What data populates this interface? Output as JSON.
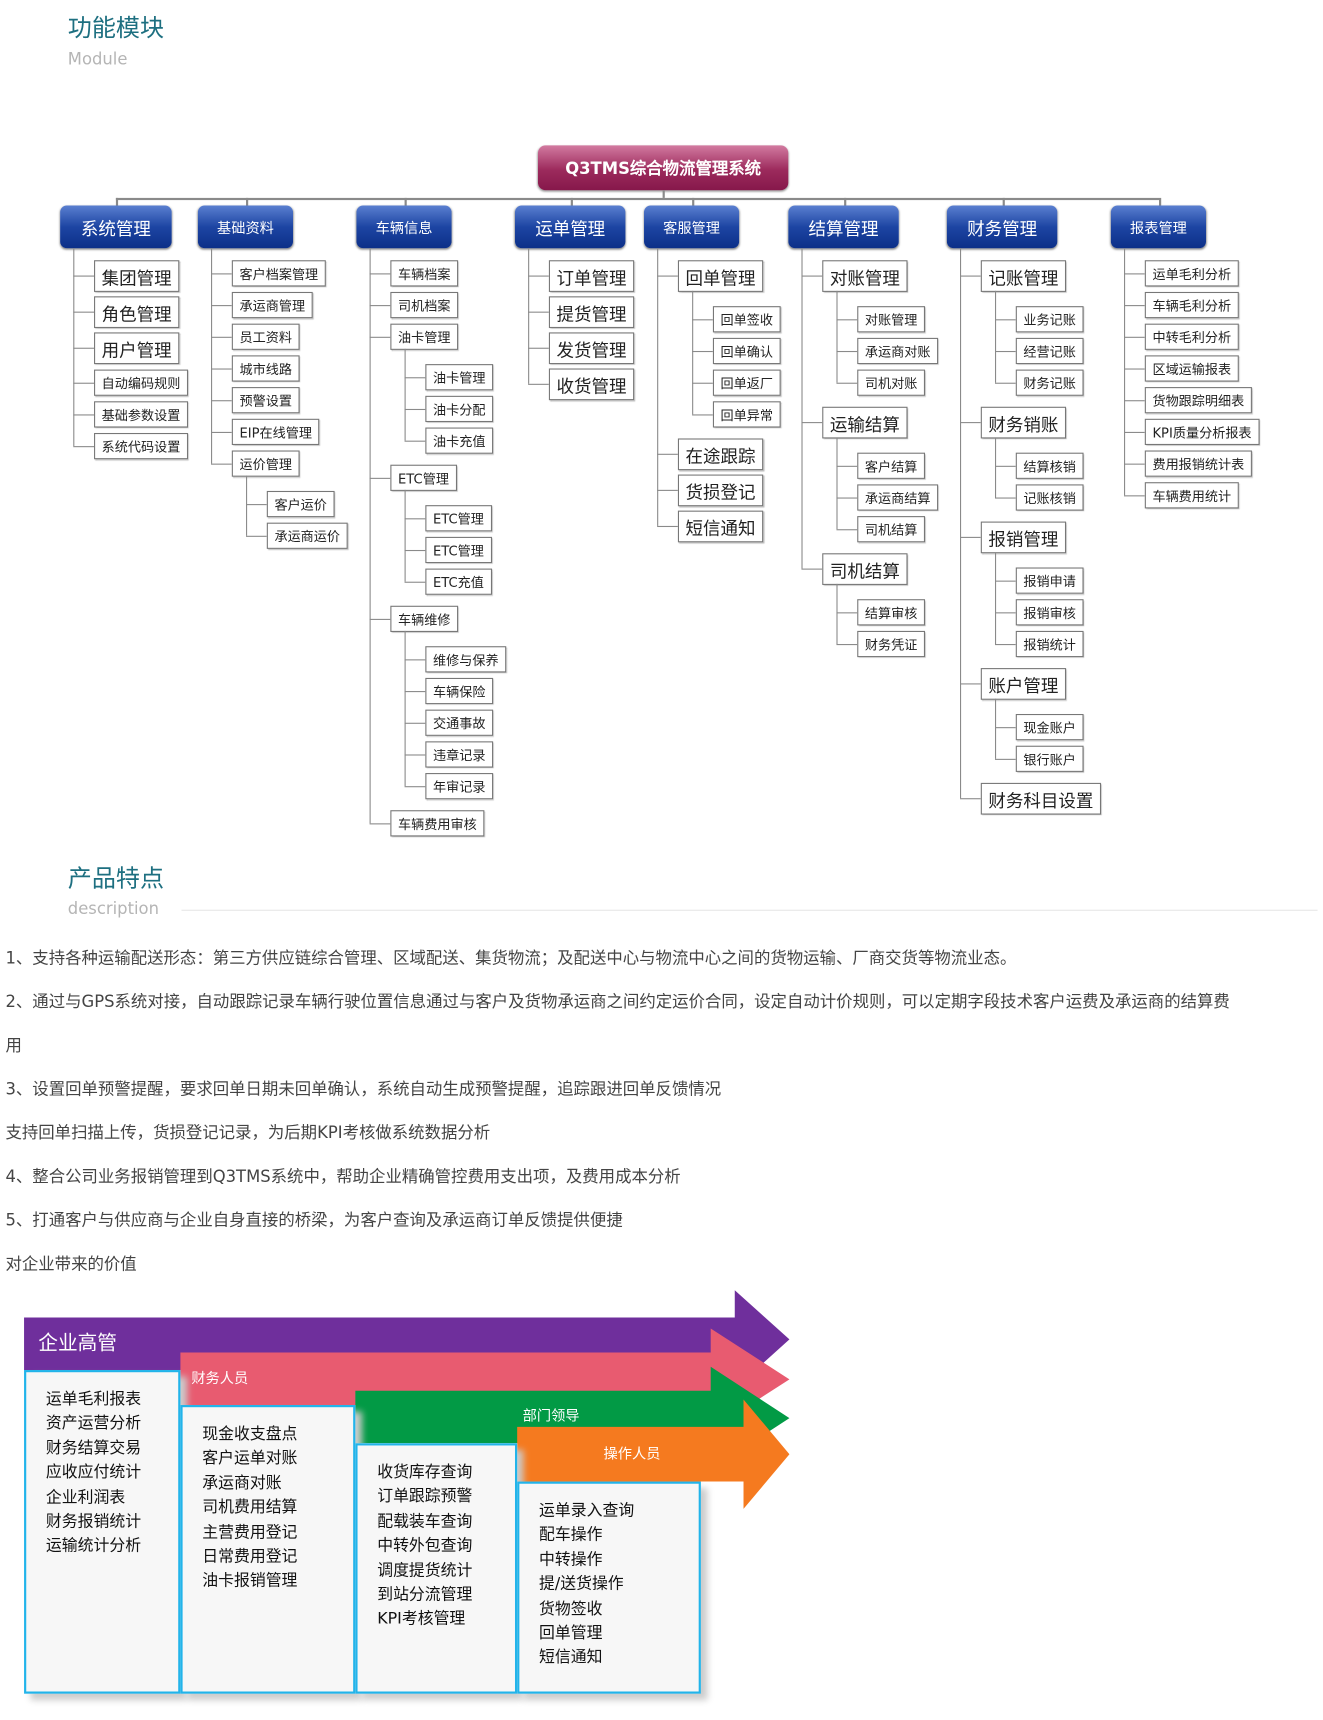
{
  "module_section": {
    "heading": "功能模块",
    "subheading": "Module"
  },
  "org_chart": {
    "root": "Q3TMS综合物流管理系统",
    "columns": [
      {
        "title": "系统管理",
        "style": "major",
        "items": [
          {
            "label": "集团管理",
            "level": 1,
            "size": "lg"
          },
          {
            "label": "角色管理",
            "level": 1,
            "size": "lg"
          },
          {
            "label": "用户管理",
            "level": 1,
            "size": "lg"
          },
          {
            "label": "自动编码规则",
            "level": 1,
            "size": "sm"
          },
          {
            "label": "基础参数设置",
            "level": 1,
            "size": "sm"
          },
          {
            "label": "系统代码设置",
            "level": 1,
            "size": "sm"
          }
        ]
      },
      {
        "title": "基础资料",
        "style": "minor",
        "items": [
          {
            "label": "客户档案管理",
            "level": 1,
            "size": "sm"
          },
          {
            "label": "承运商管理",
            "level": 1,
            "size": "sm"
          },
          {
            "label": "员工资料",
            "level": 1,
            "size": "sm"
          },
          {
            "label": "城市线路",
            "level": 1,
            "size": "sm"
          },
          {
            "label": "预警设置",
            "level": 1,
            "size": "sm"
          },
          {
            "label": "EIP在线管理",
            "level": 1,
            "size": "sm"
          },
          {
            "label": "运价管理",
            "level": 1,
            "size": "sm"
          },
          {
            "label": "客户运价",
            "level": 2,
            "size": "sm"
          },
          {
            "label": "承运商运价",
            "level": 2,
            "size": "sm"
          }
        ]
      },
      {
        "title": "车辆信息",
        "style": "minor",
        "items": [
          {
            "label": "车辆档案",
            "level": 1,
            "size": "sm"
          },
          {
            "label": "司机档案",
            "level": 1,
            "size": "sm"
          },
          {
            "label": "油卡管理",
            "level": 1,
            "size": "sm"
          },
          {
            "label": "油卡管理",
            "level": 2,
            "size": "sm"
          },
          {
            "label": "油卡分配",
            "level": 2,
            "size": "sm"
          },
          {
            "label": "油卡充值",
            "level": 2,
            "size": "sm"
          },
          {
            "label": "ETC管理",
            "level": 1,
            "size": "sm"
          },
          {
            "label": "ETC管理",
            "level": 2,
            "size": "sm"
          },
          {
            "label": "ETC管理",
            "level": 2,
            "size": "sm"
          },
          {
            "label": "ETC充值",
            "level": 2,
            "size": "sm"
          },
          {
            "label": "车辆维修",
            "level": 1,
            "size": "sm"
          },
          {
            "label": "维修与保养",
            "level": 2,
            "size": "sm"
          },
          {
            "label": "车辆保险",
            "level": 2,
            "size": "sm"
          },
          {
            "label": "交通事故",
            "level": 2,
            "size": "sm"
          },
          {
            "label": "违章记录",
            "level": 2,
            "size": "sm"
          },
          {
            "label": "年审记录",
            "level": 2,
            "size": "sm"
          },
          {
            "label": "车辆费用审核",
            "level": 1,
            "size": "sm"
          }
        ]
      },
      {
        "title": "运单管理",
        "style": "major",
        "items": [
          {
            "label": "订单管理",
            "level": 1,
            "size": "lg"
          },
          {
            "label": "提货管理",
            "level": 1,
            "size": "lg"
          },
          {
            "label": "发货管理",
            "level": 1,
            "size": "lg"
          },
          {
            "label": "收货管理",
            "level": 1,
            "size": "lg"
          }
        ]
      },
      {
        "title": "客服管理",
        "style": "minor",
        "items": [
          {
            "label": "回单管理",
            "level": 1,
            "size": "lg"
          },
          {
            "label": "回单签收",
            "level": 2,
            "size": "sm"
          },
          {
            "label": "回单确认",
            "level": 2,
            "size": "sm"
          },
          {
            "label": "回单返厂",
            "level": 2,
            "size": "sm"
          },
          {
            "label": "回单异常",
            "level": 2,
            "size": "sm"
          },
          {
            "label": "在途跟踪",
            "level": 1,
            "size": "lg"
          },
          {
            "label": "货损登记",
            "level": 1,
            "size": "lg"
          },
          {
            "label": "短信通知",
            "level": 1,
            "size": "lg"
          }
        ]
      },
      {
        "title": "结算管理",
        "style": "major",
        "items": [
          {
            "label": "对账管理",
            "level": 1,
            "size": "lg"
          },
          {
            "label": "对账管理",
            "level": 2,
            "size": "sm"
          },
          {
            "label": "承运商对账",
            "level": 2,
            "size": "sm"
          },
          {
            "label": "司机对账",
            "level": 2,
            "size": "sm"
          },
          {
            "label": "运输结算",
            "level": 1,
            "size": "lg"
          },
          {
            "label": "客户结算",
            "level": 2,
            "size": "sm"
          },
          {
            "label": "承运商结算",
            "level": 2,
            "size": "sm"
          },
          {
            "label": "司机结算",
            "level": 2,
            "size": "sm"
          },
          {
            "label": "司机结算",
            "level": 1,
            "size": "lg"
          },
          {
            "label": "结算审核",
            "level": 2,
            "size": "sm"
          },
          {
            "label": "财务凭证",
            "level": 2,
            "size": "sm"
          }
        ]
      },
      {
        "title": "财务管理",
        "style": "major",
        "items": [
          {
            "label": "记账管理",
            "level": 1,
            "size": "lg"
          },
          {
            "label": "业务记账",
            "level": 2,
            "size": "sm"
          },
          {
            "label": "经营记账",
            "level": 2,
            "size": "sm"
          },
          {
            "label": "财务记账",
            "level": 2,
            "size": "sm"
          },
          {
            "label": "财务销账",
            "level": 1,
            "size": "lg"
          },
          {
            "label": "结算核销",
            "level": 2,
            "size": "sm"
          },
          {
            "label": "记账核销",
            "level": 2,
            "size": "sm"
          },
          {
            "label": "报销管理",
            "level": 1,
            "size": "lg"
          },
          {
            "label": "报销申请",
            "level": 2,
            "size": "sm"
          },
          {
            "label": "报销审核",
            "level": 2,
            "size": "sm"
          },
          {
            "label": "报销统计",
            "level": 2,
            "size": "sm"
          },
          {
            "label": "账户管理",
            "level": 1,
            "size": "lg"
          },
          {
            "label": "现金账户",
            "level": 2,
            "size": "sm"
          },
          {
            "label": "银行账户",
            "level": 2,
            "size": "sm"
          },
          {
            "label": "财务科目设置",
            "level": 1,
            "size": "lg"
          }
        ]
      },
      {
        "title": "报表管理",
        "style": "minor",
        "items": [
          {
            "label": "运单毛利分析",
            "level": 1,
            "size": "sm"
          },
          {
            "label": "车辆毛利分析",
            "level": 1,
            "size": "sm"
          },
          {
            "label": "中转毛利分析",
            "level": 1,
            "size": "sm"
          },
          {
            "label": "区域运输报表",
            "level": 1,
            "size": "sm"
          },
          {
            "label": "货物跟踪明细表",
            "level": 1,
            "size": "sm"
          },
          {
            "label": "KPI质量分析报表",
            "level": 1,
            "size": "sm"
          },
          {
            "label": "费用报销统计表",
            "level": 1,
            "size": "sm"
          },
          {
            "label": "车辆费用统计",
            "level": 1,
            "size": "sm"
          }
        ]
      }
    ]
  },
  "features_section": {
    "heading": "产品特点",
    "subheading": "description",
    "paragraphs": [
      "1、支持各种运输配送形态：第三方供应链综合管理、区域配送、集货物流；及配送中心与物流中心之间的货物运输、厂商交货等物流业态。",
      "2、通过与GPS系统对接，自动跟踪记录车辆行驶位置信息通过与客户及货物承运商之间约定运价合同，设定自动计价规则，可以定期字段技术客户运费及承运商的结算费",
      "用",
      "3、设置回单预警提醒，要求回单日期未回单确认，系统自动生成预警提醒，追踪跟进回单反馈情况",
      "支持回单扫描上传，货损登记记录，为后期KPI考核做系统数据分析",
      "4、整合公司业务报销管理到Q3TMS系统中，帮助企业精确管控费用支出项，及费用成本分析",
      "5、打通客户与供应商与企业自身直接的桥梁，为客户查询及承运商订单反馈提供便捷",
      "对企业带来的价值"
    ]
  },
  "value_diagram": {
    "roles": [
      {
        "label": "企业高管",
        "color": "#6f2f9c",
        "items": [
          "运单毛利报表",
          "资产运营分析",
          "财务结算交易",
          "应收应付统计",
          "企业利润表",
          "财务报销统计",
          "运输统计分析"
        ]
      },
      {
        "label": "财务人员",
        "color": "#e85b70",
        "items": [
          "现金收支盘点",
          "客户运单对账",
          "承运商对账",
          "司机费用结算",
          "主营费用登记",
          "日常费用登记",
          "油卡报销管理"
        ]
      },
      {
        "label": "部门领导",
        "color": "#029a45",
        "items": [
          "收货库存查询",
          "订单跟踪预警",
          "配载装车查询",
          "中转外包查询",
          "调度提货统计",
          "到站分流管理",
          "KPI考核管理"
        ]
      },
      {
        "label": "操作人员",
        "color": "#f57a1f",
        "items": [
          "运单录入查询",
          "配车操作",
          "中转操作",
          "提/送货操作",
          "货物签收",
          "回单管理",
          "短信通知"
        ]
      }
    ],
    "panel_border_color": "#22b4ea"
  }
}
